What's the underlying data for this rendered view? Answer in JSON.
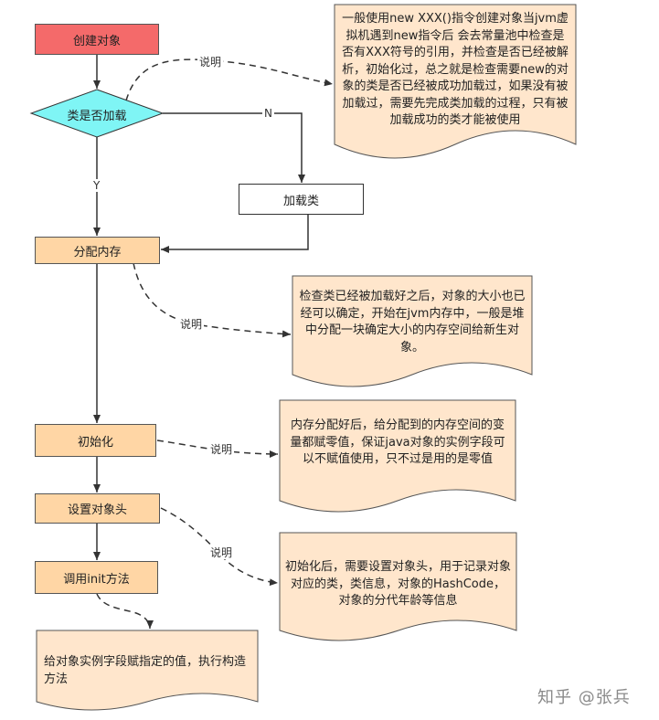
{
  "nodes": {
    "create_object": "创建对象",
    "class_loaded": "类是否加载",
    "load_class": "加载类",
    "allocate_memory": "分配内存",
    "initialize": "初始化",
    "set_object_header": "设置对象头",
    "call_init": "调用init方法",
    "assign_fields": "给对象实例字段赋指定的值，执行构造方法"
  },
  "edge_labels": {
    "no": "N",
    "yes": "Y",
    "note": "说明"
  },
  "notes": {
    "class_check": "一般使用new XXX()指令创建对象当jvm虚拟机遇到new指令后 会去常量池中检查是否有XXX符号的引用，并检查是否已经被解析，初始化过，总之就是检查需要new的对象的类是否已经被成功加载过，如果没有被加载过，需要先完成类加载的过程，只有被加载成功的类才能被使用",
    "memory": "检查类已经被加载好之后，对象的大小也已经可以确定，开始在jvm内存中，一般是堆中分配一块确定大小的内存空间给新生对象。",
    "zero_init": "内存分配好后，给分配到的内存空间的变量都赋零值，保证java对象的实例字段可以不赋值使用，只不过是用的是零值",
    "header": "初始化后，需要设置对象头，用于记录对象对应的类，类信息，对象的HashCode，对象的分代年龄等信息"
  },
  "watermark": "知乎 @张兵",
  "colors": {
    "start_fill": "#F46A6A",
    "decision_fill": "#7FF5F5",
    "process_fill": "#FFD6A5",
    "note_fill": "#FFE6CC"
  }
}
